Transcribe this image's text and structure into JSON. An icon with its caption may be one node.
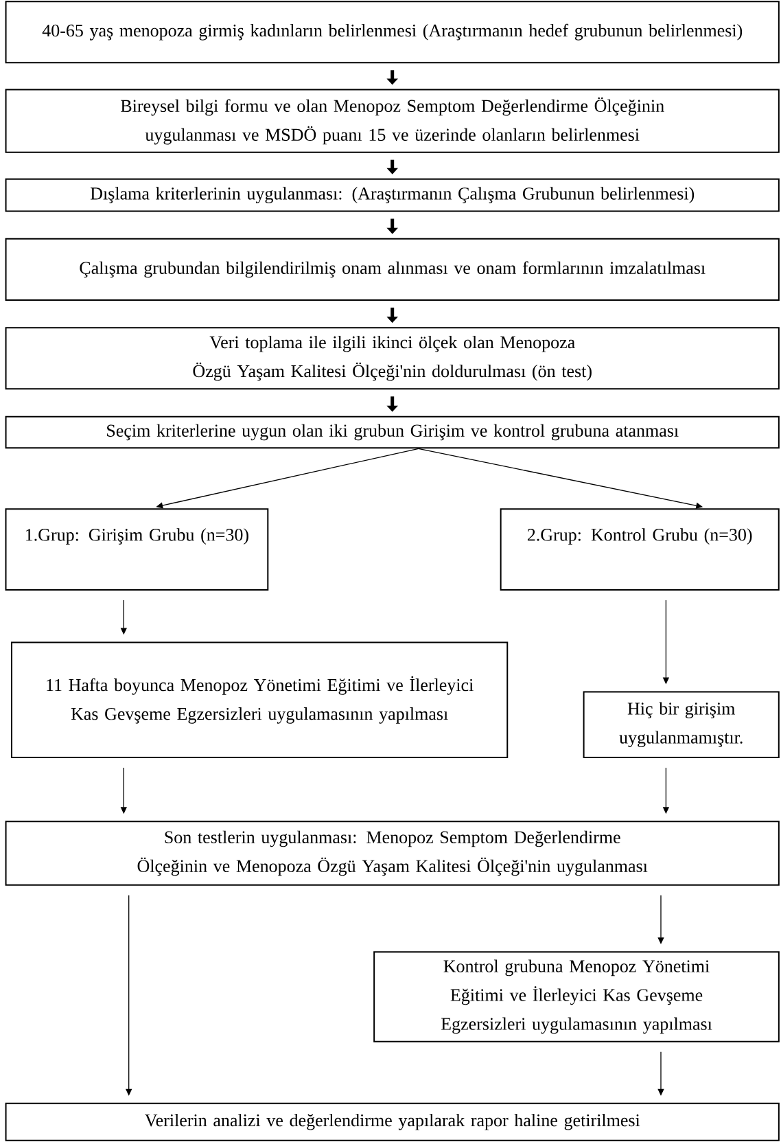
{
  "diagram": {
    "nodes": [
      {
        "text": [
          "40-65 yaş menopoza girmiş kadınların belirlenmesi (Araştırmanın hedef grubunun belirlenmesi)"
        ]
      },
      {
        "text": [
          "Bireysel bilgi formu ve olan Menopoz Semptom Değerlendirme Ölçeğinin uygulanması ve MSDÖ puanı 15 ve üzerinde olanların belirlenmesi"
        ]
      },
      {
        "text": [
          "Dışlama kriterlerinin uygulanması: (Araştırmanın Çalışma Grubunun belirlenmesi)"
        ]
      },
      {
        "text": [
          "Çalışma grubundan bilgilendirilmiş onam alınması ve onam formlarının imzalatılması"
        ]
      },
      {
        "text": [
          "Veri toplama ile ilgili ikinci ölçek olan Menopoza Özgü Yaşam Kalitesi Ölçeği'nin doldurulması (ön test)"
        ]
      },
      {
        "text": [
          "Seçim kriterlerine uygun olan iki grubun Girişim ve kontrol grubuna atanması"
        ]
      },
      {
        "text": [
          "1.Grup: Girişim Grubu (n=30)"
        ]
      },
      {
        "text": [
          "2.Grup: Kontrol Grubu (n=30)"
        ]
      },
      {
        "text": [
          "11 Hafta  boyunca Menopoz Yönetimi Eğitimi ve İlerleyici Kas Gevşeme Egzersizleri uygulamasının yapılması"
        ]
      },
      {
        "text": [
          "Hiç bir girişim uygulanmamıştır."
        ]
      },
      {
        "text": [
          "Son testlerin uygulanması: Menopoz Semptom Değerlendirme Ölçeğinin ve Menopoza Özgü Yaşam Kalitesi Ölçeği'nin uygulanması"
        ]
      },
      {
        "text": [
          "Kontrol grubuna  Menopoz Yönetimi Eğitimi ve İlerleyici Kas Gevşeme Egzersizleri uygulamasının yapılması"
        ]
      },
      {
        "text": [
          "Verilerin analizi ve değerlendirme yapılarak rapor haline getirilmesi"
        ]
      }
    ],
    "edges": [
      {
        "from": 0,
        "to": 1,
        "arrow": "to",
        "style": "thick"
      },
      {
        "from": 1,
        "to": 2,
        "arrow": "to",
        "style": "thick"
      },
      {
        "from": 2,
        "to": 3,
        "arrow": "to",
        "style": "thick"
      },
      {
        "from": 3,
        "to": 4,
        "arrow": "to",
        "style": "thick"
      },
      {
        "from": 4,
        "to": 5,
        "arrow": "to",
        "style": "thick"
      },
      {
        "from": 5,
        "to": 6,
        "arrow": "to"
      },
      {
        "from": 5,
        "to": 7,
        "arrow": "to"
      },
      {
        "from": 6,
        "to": 8,
        "arrow": "to"
      },
      {
        "from": 7,
        "to": 9,
        "arrow": "to"
      },
      {
        "from": 8,
        "to": 10,
        "arrow": "to"
      },
      {
        "from": 9,
        "to": 10,
        "arrow": "to"
      },
      {
        "from": 10,
        "to": 12,
        "arrow": "to"
      },
      {
        "from": 10,
        "to": 11,
        "arrow": "to"
      },
      {
        "from": 11,
        "to": 12,
        "arrow": "to"
      }
    ]
  }
}
